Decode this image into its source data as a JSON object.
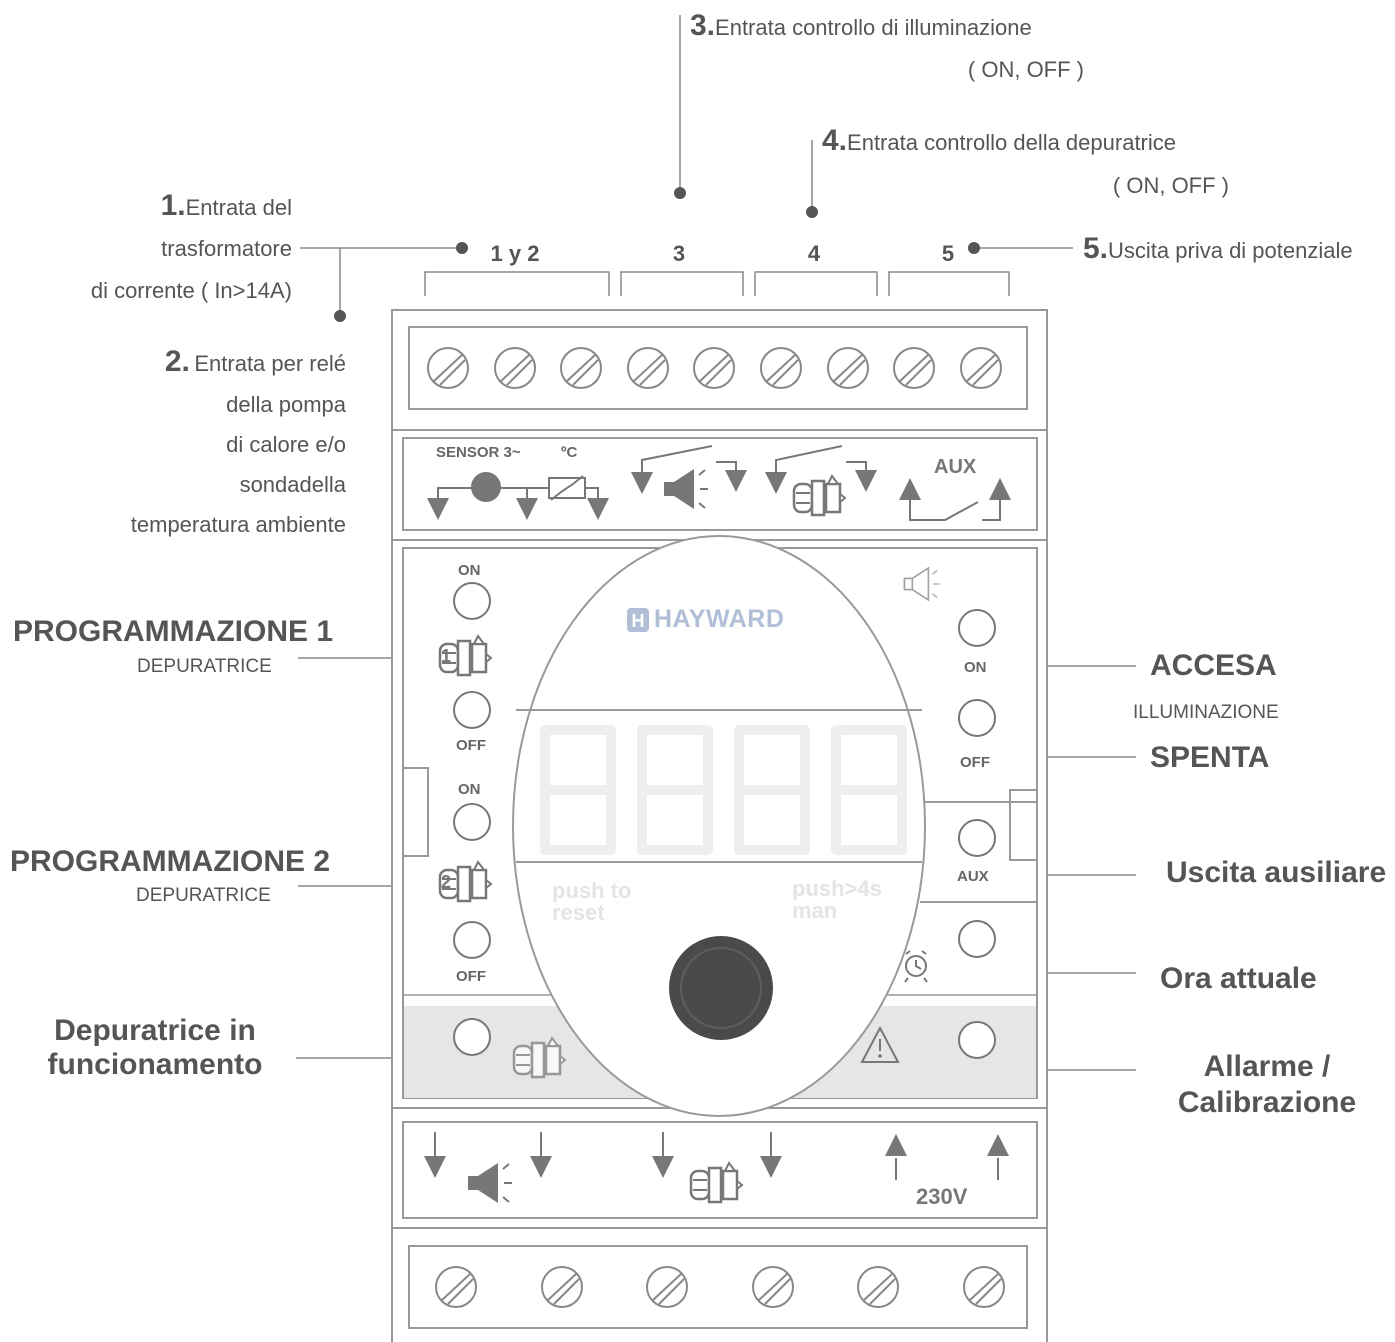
{
  "callouts": {
    "c1": {
      "num": "1.",
      "l1": "Entrata del",
      "l2": "trasformatore",
      "l3": "di corrente ( In>14A)"
    },
    "c2": {
      "num": "2.",
      "l1": "Entrata per relé",
      "l2": "della pompa",
      "l3": "di calore  e/o",
      "l4": "sondadella",
      "l5": "temperatura ambiente"
    },
    "c3": {
      "num": "3.",
      "l1": "Entrata controllo di illuminazione",
      "l2": "( ON, OFF )"
    },
    "c4": {
      "num": "4.",
      "l1": "Entrata controllo della depuratrice",
      "l2": "( ON, OFF )"
    },
    "c5": {
      "num": "5.",
      "l1": "Uscita priva di potenziale"
    }
  },
  "terminals": {
    "t12": "1 y 2",
    "t3": "3",
    "t4": "4",
    "t5": "5"
  },
  "top_panel": {
    "sensor": "SENSOR 3~",
    "degc": "ºC",
    "aux": "AUX"
  },
  "bottom_panel": {
    "volt": "230V"
  },
  "device": {
    "brand": "HAYWARD",
    "display": "8888",
    "push_reset_1": "push to",
    "push_reset_2": "reset",
    "push_man_1": "push>4s",
    "push_man_2": "man",
    "on": "ON",
    "off": "OFF",
    "aux": "AUX",
    "prog1_num": "1",
    "prog2_num": "2"
  },
  "left_labels": {
    "prog1_title": "PROGRAMMAZIONE 1",
    "prog1_sub": "DEPURATRICE",
    "prog2_title": "PROGRAMMAZIONE 2",
    "prog2_sub": "DEPURATRICE",
    "pump_run_1": "Depuratrice in",
    "pump_run_2": "funcionamento"
  },
  "right_labels": {
    "accesa": "ACCESA",
    "illuminazione": "ILLUMINAZIONE",
    "spenta": "SPENTA",
    "aux_out": "Uscita ausiliare",
    "time": "Ora attuale",
    "alarm_1": "Allarme /",
    "alarm_2": "Calibrazione"
  },
  "colors": {
    "line": "#888888",
    "text": "#555555",
    "arrow": "#777777",
    "panel": "#e6e6e6"
  }
}
